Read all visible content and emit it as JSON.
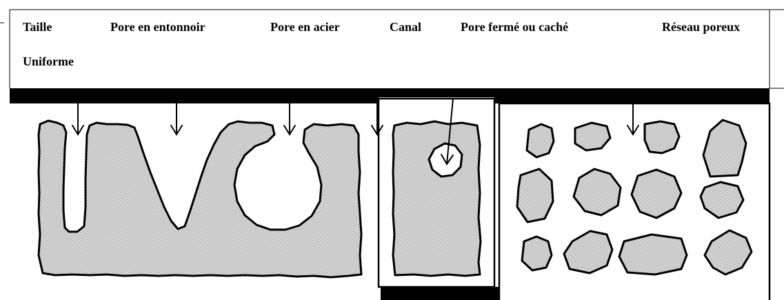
{
  "labels": {
    "size": "Taille",
    "uniform": "Uniforme",
    "funnel_pore": "Pore en entonnoir",
    "steel_pore": "Pore en acier",
    "channel": "Canal",
    "closed_pore": "Pore fermé ou caché",
    "porous_network": "Réseau poreux"
  },
  "colors": {
    "ink": "#000000",
    "fill": "#d9d9d9",
    "dot": "#8a8a8a",
    "bar": "#000000"
  }
}
